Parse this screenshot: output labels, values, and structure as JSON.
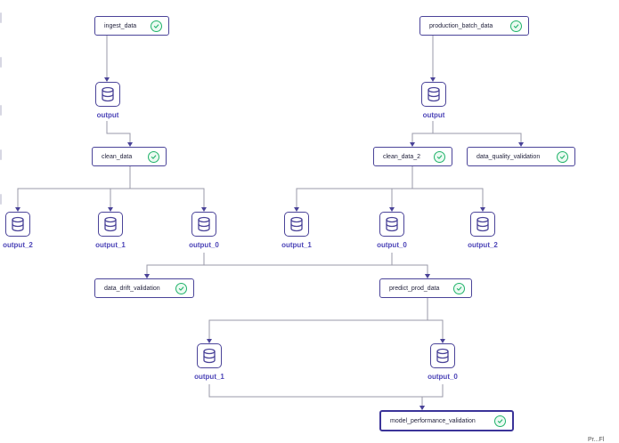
{
  "colors": {
    "accent": "#4b4499",
    "edge": "#9a9aa8",
    "success": "#22b36b",
    "artifact_text": "#4d45b8"
  },
  "steps": {
    "ingest_data": {
      "label": "ingest_data",
      "status": "completed"
    },
    "production_batch_data": {
      "label": "production_batch_data",
      "status": "completed"
    },
    "clean_data": {
      "label": "clean_data",
      "status": "completed"
    },
    "clean_data_2": {
      "label": "clean_data_2",
      "status": "completed"
    },
    "data_quality_validation": {
      "label": "data_quality_validation",
      "status": "completed"
    },
    "data_drift_validation": {
      "label": "data_drift_validation",
      "status": "completed"
    },
    "predict_prod_data": {
      "label": "predict_prod_data",
      "status": "completed"
    },
    "model_performance_validation": {
      "label": "model_performance_validation",
      "status": "completed"
    }
  },
  "artifacts": {
    "ingest_output": {
      "label": "output",
      "icon": "database-icon"
    },
    "batch_output": {
      "label": "output",
      "icon": "database-icon"
    },
    "clean_output_2": {
      "label": "output_2",
      "icon": "database-icon"
    },
    "clean_output_1": {
      "label": "output_1",
      "icon": "database-icon"
    },
    "clean_output_0": {
      "label": "output_0",
      "icon": "database-icon"
    },
    "clean2_output_1": {
      "label": "output_1",
      "icon": "database-icon"
    },
    "clean2_output_0": {
      "label": "output_0",
      "icon": "database-icon"
    },
    "clean2_output_2": {
      "label": "output_2",
      "icon": "database-icon"
    },
    "predict_output_1": {
      "label": "output_1",
      "icon": "database-icon"
    },
    "predict_output_0": {
      "label": "output_0",
      "icon": "database-icon"
    }
  },
  "corner_text": "Pr...Fl"
}
